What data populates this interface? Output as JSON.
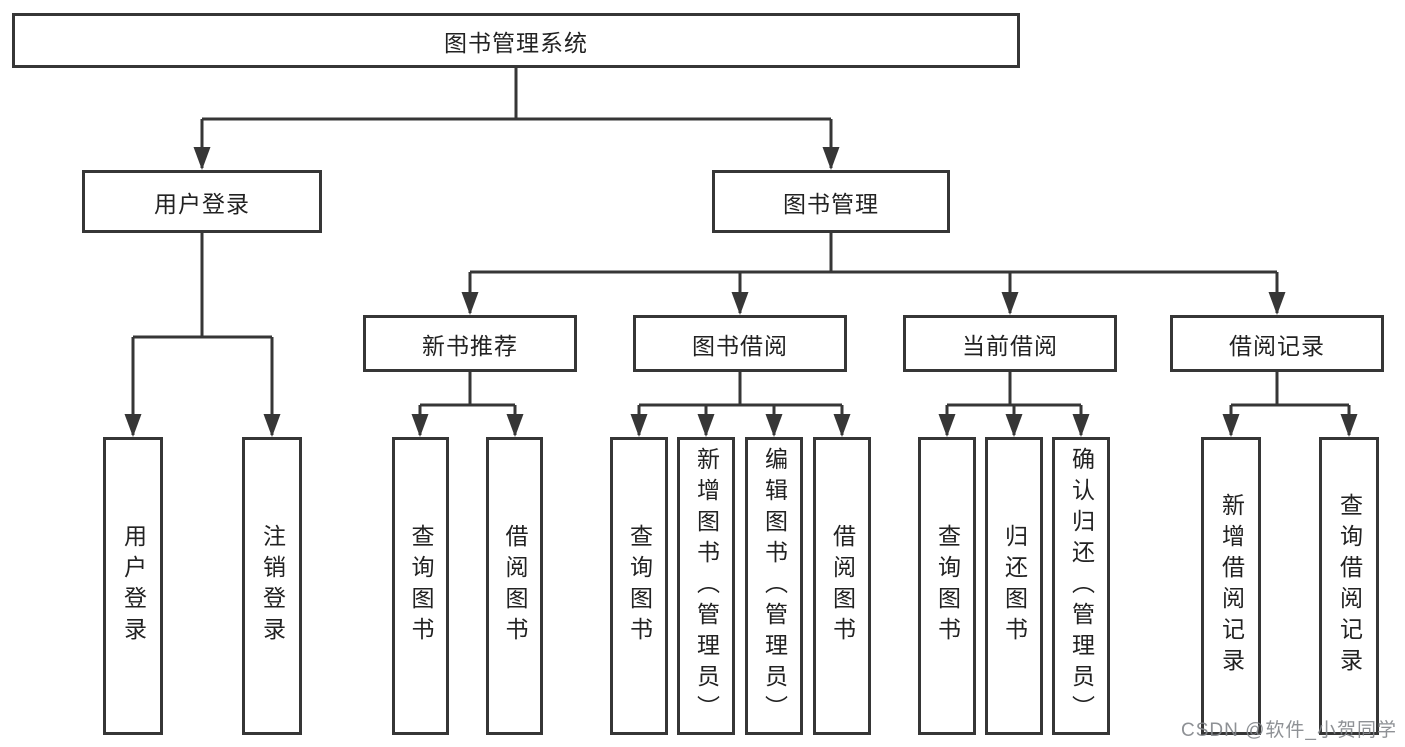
{
  "diagram": {
    "type": "hierarchy-tree",
    "watermark": "CSDN @软件_小贺同学",
    "colors": {
      "line": "#363636",
      "box_border": "#363636",
      "text": "#222222",
      "watermark": "#82858a",
      "background": "#ffffff"
    },
    "nodes": {
      "root": {
        "label": "图书管理系统"
      },
      "level2": {
        "user_login": {
          "label": "用户登录"
        },
        "book_mgmt": {
          "label": "图书管理"
        }
      },
      "level3": {
        "new_book_recommend": {
          "label": "新书推荐"
        },
        "book_borrow": {
          "label": "图书借阅"
        },
        "current_borrow": {
          "label": "当前借阅"
        },
        "borrow_records": {
          "label": "借阅记录"
        }
      },
      "leaves": {
        "user_login": [
          "用户登录",
          "注销登录"
        ],
        "new_book": [
          "查询图书",
          "借阅图书"
        ],
        "book_borrow": [
          "查询图书",
          "新增图书（管理员）",
          "编辑图书（管理员）",
          "借阅图书"
        ],
        "current_borrow": [
          "查询图书",
          "归还图书",
          "确认归还（管理员）"
        ],
        "borrow_record": [
          "新增借阅记录",
          "查询借阅记录"
        ]
      }
    },
    "hierarchy": {
      "图书管理系统": {
        "用户登录": [
          "用户登录",
          "注销登录"
        ],
        "图书管理": {
          "新书推荐": [
            "查询图书",
            "借阅图书"
          ],
          "图书借阅": [
            "查询图书",
            "新增图书（管理员）",
            "编辑图书（管理员）",
            "借阅图书"
          ],
          "当前借阅": [
            "查询图书",
            "归还图书",
            "确认归还（管理员）"
          ],
          "借阅记录": [
            "新增借阅记录",
            "查询借阅记录"
          ]
        }
      }
    }
  }
}
